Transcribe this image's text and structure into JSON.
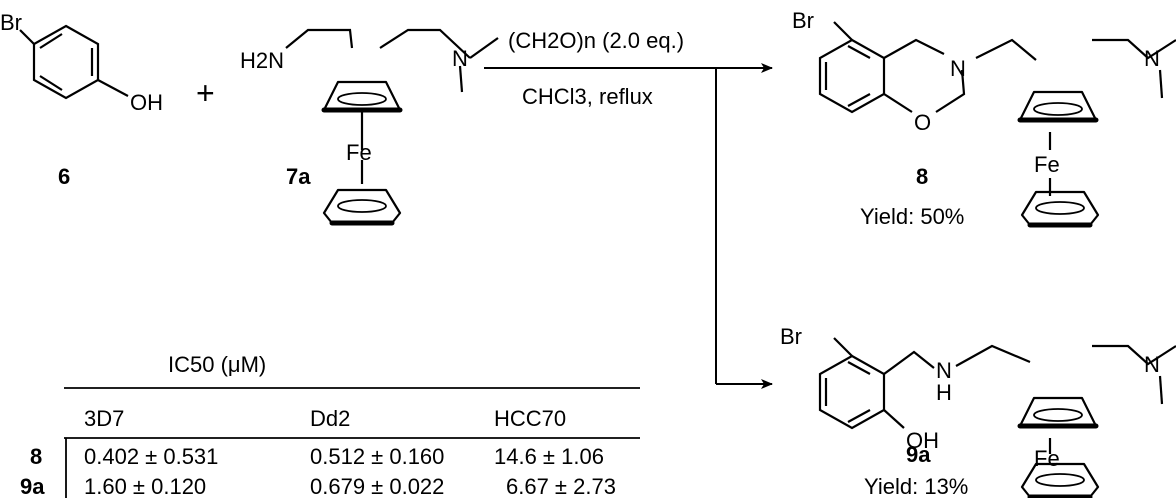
{
  "reactants": {
    "phenol": {
      "substituent": "Br",
      "hydroxyl": "OH",
      "id": "6"
    },
    "plus": "+",
    "amine": {
      "amine_label": "H2N",
      "dimethylamine_n": "N",
      "metal": "Fe",
      "id": "7a"
    }
  },
  "conditions": {
    "reagent": "(CH2O)n (2.0 eq.)",
    "solvent": "CHCl3, reflux"
  },
  "products": [
    {
      "id": "8",
      "substituent": "Br",
      "ring_n": "N",
      "ring_o": "O",
      "dimethylamine_n": "N",
      "metal": "Fe",
      "yield": "Yield: 50%"
    },
    {
      "id": "9a",
      "substituent": "Br",
      "amine_n": "N",
      "amine_h": "H",
      "hydroxyl": "OH",
      "dimethylamine_n": "N",
      "metal": "Fe",
      "yield": "Yield: 13%"
    }
  ],
  "table": {
    "header": "IC50 (μM)",
    "columns": [
      "3D7",
      "Dd2",
      "HCC70"
    ],
    "rows": [
      {
        "id": "8",
        "values": [
          "0.402 ± 0.531",
          "0.512 ± 0.160",
          "14.6 ± 1.06"
        ]
      },
      {
        "id": "9a",
        "values": [
          "1.60 ± 0.120",
          "0.679 ± 0.022",
          "6.67 ± 2.73"
        ]
      }
    ]
  }
}
